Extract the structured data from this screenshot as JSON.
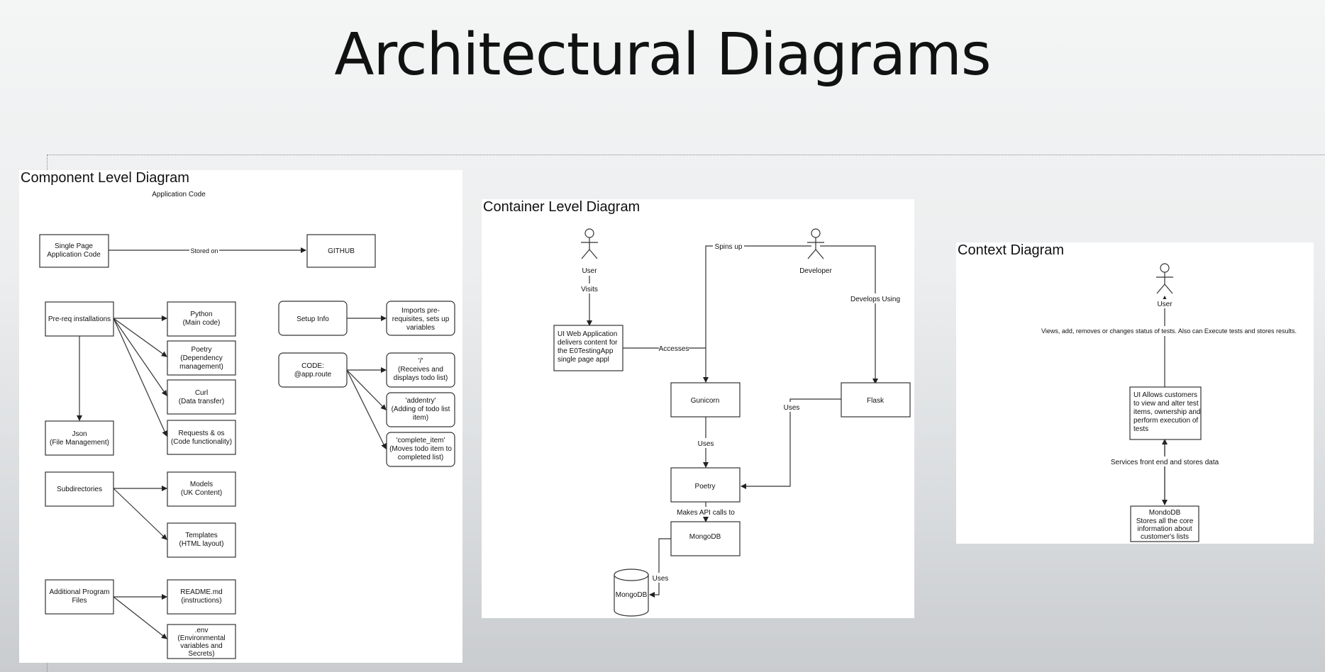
{
  "slide": {
    "title": "Architectural Diagrams"
  },
  "component": {
    "title": "Component  Level Diagram",
    "subtitle": "Application Code",
    "spa": [
      "Single Page",
      "Application Code"
    ],
    "stored_on": "Stored on",
    "github": "GITHUB",
    "prereq": "Pre-req installations",
    "python": [
      "Python",
      "(Main code)"
    ],
    "poetry": [
      "Poetry",
      "(Dependency",
      "management)"
    ],
    "curl": [
      "Curl",
      "(Data transfer)"
    ],
    "requests": [
      "Requests & os",
      "(Code functionality)"
    ],
    "json": [
      "Json",
      "(File Management)"
    ],
    "subdirs": "Subdirectories",
    "models": [
      "Models",
      "(UK Content)"
    ],
    "templates": [
      "Templates",
      "(HTML layout)"
    ],
    "additional": [
      "Additional Program",
      "Files"
    ],
    "readme": [
      "README.md",
      "(instructions)"
    ],
    "env": [
      ".env",
      "(Environmental",
      "variables and",
      "Secrets)"
    ],
    "setup": "Setup Info",
    "imports": [
      "Imports pre-",
      "requisites, sets up",
      "variables"
    ],
    "code": [
      "CODE:",
      "@app.route"
    ],
    "route_root": [
      "'/'",
      "(Receives and",
      "displays todo list)"
    ],
    "route_add": [
      "'addentry'",
      "(Adding of todo list",
      "item)"
    ],
    "route_complete": [
      "'complete_item'",
      "(Moves todo item to",
      "completed list)"
    ]
  },
  "container": {
    "title": "Container  Level Diagram",
    "user": "User",
    "visits": "Visits",
    "developer": "Developer",
    "spins_up": "Spins up",
    "develops_using": "Develops Using",
    "ui": [
      "UI Web Application",
      "delivers content for",
      "the E0TestingApp",
      "single page appl"
    ],
    "accesses": "Accesses",
    "gunicorn": "Gunicorn",
    "flask": "Flask",
    "uses1": "Uses",
    "uses2": "Uses",
    "poetry": "Poetry",
    "api_calls": "Makes API calls to",
    "mongodb": "MongoDB",
    "uses3": "Uses",
    "mongodb_db": "MongoDB"
  },
  "context": {
    "title": "Context Diagram",
    "user": "User",
    "views": "Views, add, removes or changes status of tests.  Also can Execute tests and stores results.",
    "ui": [
      "UI Allows customers",
      "to view and alter test",
      "items, ownership and",
      "perform execution of",
      "tests"
    ],
    "services": "Services front end and stores data",
    "mondodb": [
      "MondoDB",
      "Stores all the core",
      "information about",
      "customer's lists"
    ]
  }
}
